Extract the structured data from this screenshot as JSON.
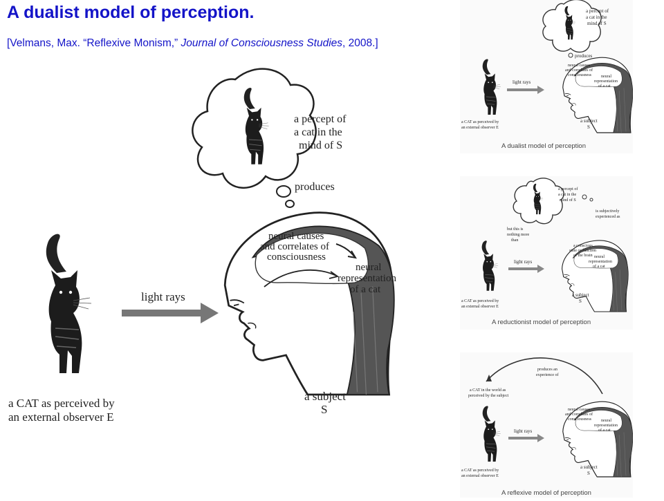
{
  "header": {
    "title": "A dualist model of perception.",
    "citation_prefix": "[Velmans, Max. “Reflexive Monism,” ",
    "citation_journal": "Journal of Consciousness Studies",
    "citation_suffix": ", 2008.]"
  },
  "main_diagram": {
    "percept_label_1": "a percept of",
    "percept_label_2": "a cat in the",
    "percept_label_3": "mind of S",
    "produces": "produces",
    "neural_causes_1": "neural causes",
    "neural_causes_2": "and correlates of",
    "neural_causes_3": "consciousness",
    "neural_rep_1": "neural",
    "neural_rep_2": "representation",
    "neural_rep_3": "of a cat",
    "light_rays": "light rays",
    "cat_label_1": "a CAT as perceived by",
    "cat_label_2": "an external observer E",
    "subject_1": "a subject",
    "subject_2": "S"
  },
  "thumb_dualist": {
    "percept_1": "a percept of",
    "percept_2": "a cat in the",
    "percept_3": "mind of S",
    "produces": "produces",
    "neural_1": "neural causes",
    "neural_2": "and correlates of",
    "neural_3": "consciousness",
    "rep_1": "neural",
    "rep_2": "representation",
    "rep_3": "of a cat",
    "light": "light rays",
    "cat_1": "a CAT as perceived by",
    "cat_2": "an external observer E",
    "subj_1": "a subject",
    "subj_2": "S",
    "caption": "A dualist model of perception"
  },
  "thumb_reductionist": {
    "percept_1": "a percept of",
    "percept_2": "a cat in the",
    "percept_3": "mind of S",
    "subjective_1": "is subjectively",
    "subjective_2": "experienced as",
    "nothing_1": "but this is",
    "nothing_2": "nothing more",
    "nothing_3": "than",
    "state_1": "a conscious",
    "state_2": "state or function",
    "state_3": "of the brain",
    "rep_1": "neural",
    "rep_2": "representation",
    "rep_3": "of a cat",
    "light": "light rays",
    "cat_1": "a CAT as perceived by",
    "cat_2": "an external observer E",
    "subj_1": "a subject",
    "subj_2": "S",
    "caption": "A reductionist model of perception"
  },
  "thumb_reflexive": {
    "produces_1": "produces an",
    "produces_2": "experience of",
    "world_1": "a CAT in the world as",
    "world_2": "perceived by the subject",
    "neural_1": "neural causes",
    "neural_2": "and correlates of",
    "neural_3": "consciousness",
    "rep_1": "neural",
    "rep_2": "representation",
    "rep_3": "of a cat",
    "light": "light rays",
    "cat_1": "a CAT as perceived by",
    "cat_2": "an external observer E",
    "subj_1": "a subject",
    "subj_2": "S",
    "caption": "A reflexive model of perception"
  }
}
